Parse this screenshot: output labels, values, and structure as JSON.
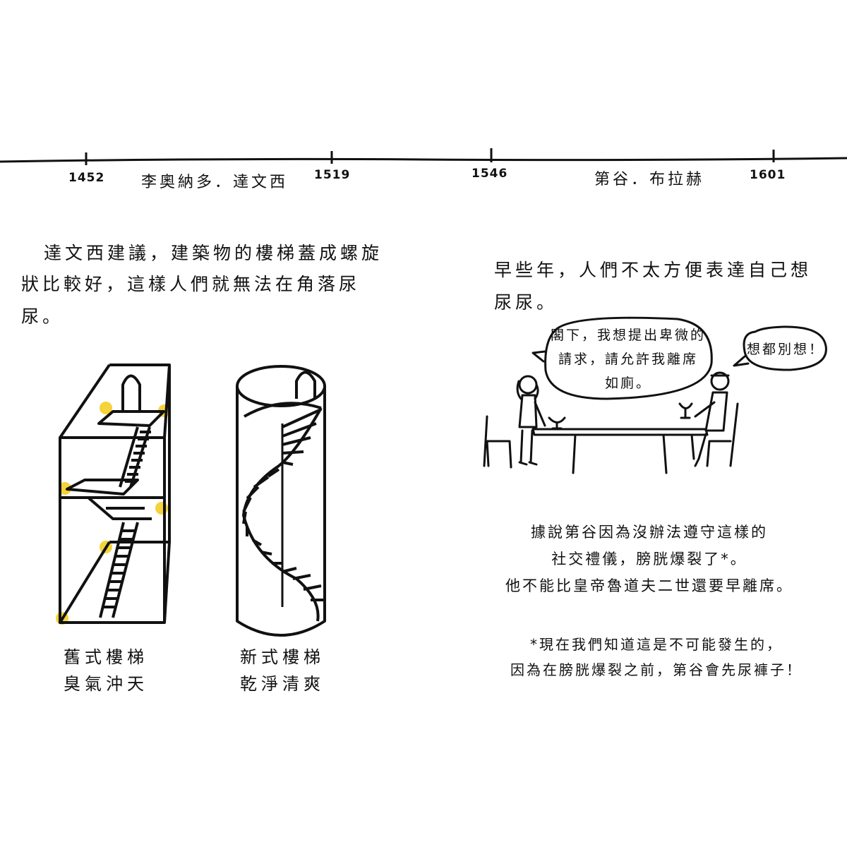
{
  "timeline": {
    "years": [
      "1452",
      "1519",
      "1546",
      "1601"
    ],
    "person_left": "李奧納多．達文西",
    "person_right": "第谷．布拉赫"
  },
  "left_page": {
    "intro_line1": "達文西建議，建築物的樓梯蓋成螺旋",
    "intro_line2": "狀比較好，這樣人們就無法在角落尿尿。",
    "old_stairs_caption_line1": "舊式樓梯",
    "old_stairs_caption_line2": "臭氣沖天",
    "new_stairs_caption_line1": "新式樓梯",
    "new_stairs_caption_line2": "乾淨清爽",
    "highlight_color": "#f5d33a"
  },
  "right_page": {
    "intro": "早些年，人們不太方便表達自己想尿尿。",
    "bubble_left_line1": "閣下，我想提出卑微的",
    "bubble_left_line2": "請求，請允許我離席",
    "bubble_left_line3": "如廁。",
    "bubble_right": "想都別想！",
    "story_line1": "據說第谷因為沒辦法遵守這樣的",
    "story_line2": "社交禮儀，膀胱爆裂了*。",
    "story_line3": "他不能比皇帝魯道夫二世還要早離席。",
    "footnote_line1": "*現在我們知道這是不可能發生的，",
    "footnote_line2": "因為在膀胱爆裂之前，第谷會先尿褲子！"
  }
}
